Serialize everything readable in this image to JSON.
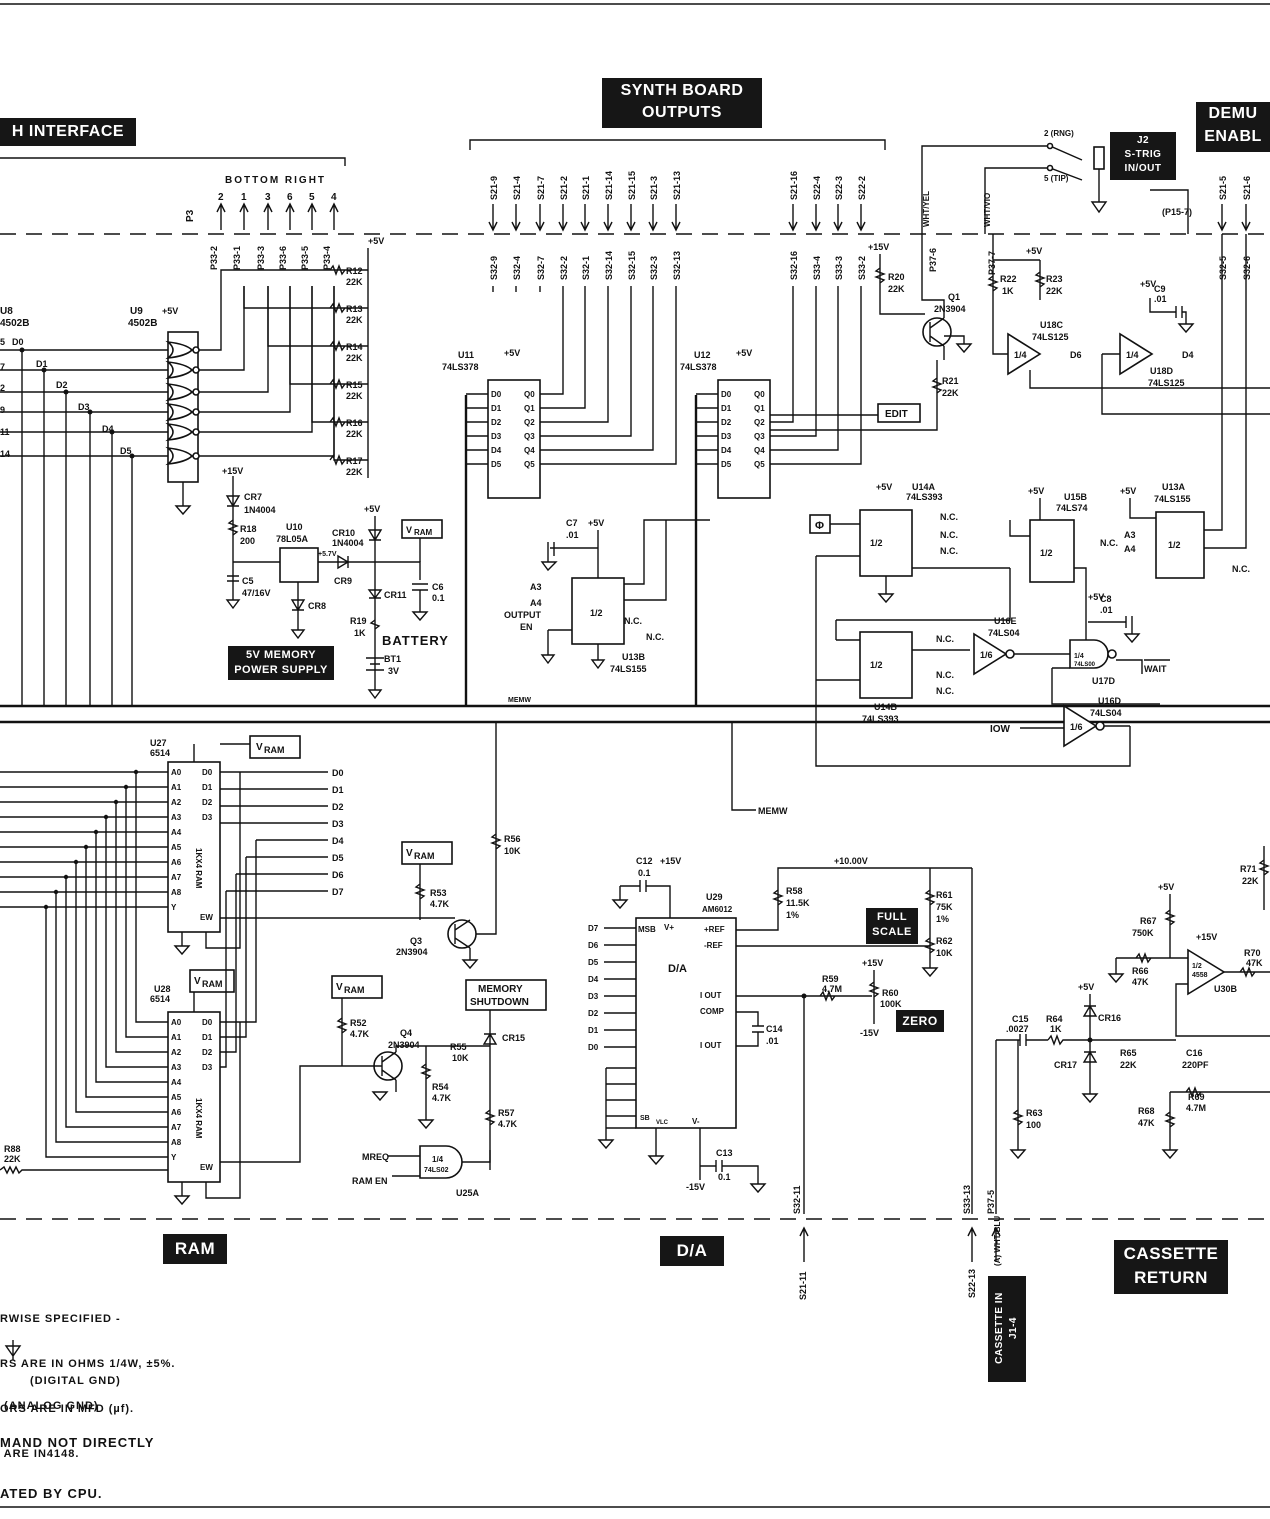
{
  "blocks": {
    "synth_board_outputs": [
      "SYNTH BOARD",
      "OUTPUTS"
    ],
    "synth_interface": "H INTERFACE",
    "demux_enable": [
      "DEMU",
      "ENABL"
    ],
    "memory_power_supply": [
      "5V MEMORY",
      "POWER SUPPLY"
    ],
    "ram": "RAM",
    "da": "D/A",
    "cassette_return": [
      "CASSETTE",
      "RETURN"
    ],
    "cassette_in": [
      "CASSETTE IN",
      "J1-4"
    ],
    "full_scale": [
      "FULL",
      "SCALE"
    ],
    "zero": "ZERO",
    "j2": [
      "J2",
      "S-TRIG",
      "IN/OUT"
    ],
    "edit": "EDIT",
    "memory_shutdown": [
      "MEMORY",
      "SHUTDOWN"
    ],
    "vram": "RAM",
    "phi": "Φ"
  },
  "notes": {
    "bottom_right": "BOTTOM RIGHT",
    "battery": "BATTERY",
    "legend_lines": [
      "RWISE SPECIFIED -",
      "RS ARE IN OHMS 1/4W, ±5%.",
      "ORS ARE IN MFD (µf).",
      " ARE IN4148.",
      "(DIGITAL GND)",
      " (ANALOG GND)",
      "MAND NOT DIRECTLY",
      "ATED BY CPU."
    ]
  },
  "connectors_top": {
    "p3_left": [
      "2",
      "1",
      "3",
      "6",
      "5",
      "4"
    ],
    "s21_group1": [
      "S21-9",
      "S21-4",
      "S21-7",
      "S21-2",
      "S21-1",
      "S21-14",
      "S21-15",
      "S21-3",
      "S21-13"
    ],
    "s21_group2": [
      "S21-16",
      "S22-4",
      "S22-3",
      "S22-2"
    ],
    "s21_group3": [
      "S21-5",
      "S21-6"
    ],
    "p33": [
      "P33-2",
      "P33-1",
      "P33-3",
      "P33-6",
      "P33-5",
      "P33-4"
    ],
    "s32_group1": [
      "S32-9",
      "S32-4",
      "S32-7",
      "S32-2",
      "S32-1",
      "S32-14",
      "S32-15",
      "S32-3",
      "S32-13"
    ],
    "s33_group": [
      "S32-16",
      "S33-4",
      "S33-3",
      "S33-2"
    ],
    "misc": [
      "WHT/YEL",
      "WHT/VIO",
      "P37-6",
      "P37-7",
      "2 (RNG)",
      "5 (TIP)",
      "(P15-7)",
      "S32-5",
      "S32-6"
    ]
  },
  "connectors_bottom": [
    "S32-11",
    "S21-11",
    "S33-13",
    "S22-13",
    "P37-5",
    "(A) WHT/BLU"
  ],
  "parts": {
    "u8": [
      "U8",
      "4502B"
    ],
    "u9": [
      "U9",
      "4502B"
    ],
    "u11": [
      "U11",
      "74LS378"
    ],
    "u12": [
      "U12",
      "74LS378"
    ],
    "u13b": [
      "U13B",
      "74LS155"
    ],
    "u14a": [
      "U14A",
      "74LS393"
    ],
    "u14b": [
      "U14B",
      "74LS393"
    ],
    "u15b": [
      "U15B",
      "74LS74"
    ],
    "u13a": [
      "U13A",
      "74LS155"
    ],
    "u16e": [
      "U16E",
      "74LS04"
    ],
    "u16d": [
      "U16D",
      "74LS04"
    ],
    "u17d": [
      "U17D",
      "74LS00"
    ],
    "u18c": [
      "U18C",
      "74LS125"
    ],
    "u18d": [
      "U18D",
      "74LS125"
    ],
    "u27": [
      "U27",
      "6514"
    ],
    "u28": [
      "U28",
      "6514"
    ],
    "u29": [
      "U29",
      "AM6012"
    ],
    "u30b": [
      "U30B",
      "4558"
    ],
    "u25a": [
      "U25A",
      "74LS02"
    ],
    "u10": [
      "U10",
      "78L05A"
    ],
    "q1": [
      "Q1",
      "2N3904"
    ],
    "q3": [
      "Q3",
      "2N3904"
    ],
    "q4": [
      "Q4",
      "2N3904"
    ],
    "r12": [
      "R12",
      "22K"
    ],
    "r13": [
      "R13",
      "22K"
    ],
    "r14": [
      "R14",
      "22K"
    ],
    "r15": [
      "R15",
      "22K"
    ],
    "r16": [
      "R16",
      "22K"
    ],
    "r17": [
      "R17",
      "22K"
    ],
    "r18": [
      "R18",
      "200"
    ],
    "r19": [
      "R19",
      "1K"
    ],
    "r20": [
      "R20",
      "22K"
    ],
    "r21": [
      "R21",
      "22K"
    ],
    "r22": [
      "R22",
      "1K"
    ],
    "r23": [
      "R23",
      "22K"
    ],
    "r52": [
      "R52",
      "4.7K"
    ],
    "r53": [
      "R53",
      "4.7K"
    ],
    "r54": [
      "R54",
      "4.7K"
    ],
    "r55": [
      "R55",
      "10K"
    ],
    "r56": [
      "R56",
      "10K"
    ],
    "r57": [
      "R57",
      "4.7K"
    ],
    "r58": [
      "R58",
      "11.5K",
      "1%"
    ],
    "r59": [
      "R59",
      "4.7M"
    ],
    "r60": [
      "R60",
      "100K"
    ],
    "r61": [
      "R61",
      "75K",
      "1%"
    ],
    "r62": [
      "R62",
      "10K"
    ],
    "r63": [
      "R63",
      "100"
    ],
    "r64": [
      "R64",
      "1K"
    ],
    "r65": [
      "R65",
      "22K"
    ],
    "r66": [
      "R66",
      "47K"
    ],
    "r67": [
      "R67",
      "750K"
    ],
    "r68": [
      "R68",
      "47K"
    ],
    "r69": [
      "R69",
      "4.7M"
    ],
    "r70": [
      "R70",
      "47K"
    ],
    "r71": [
      "R71",
      "22K"
    ],
    "r88": [
      "R88",
      "22K"
    ],
    "c5": [
      "C5",
      "47/16V"
    ],
    "c6": [
      "C6",
      "0.1"
    ],
    "c7": [
      "C7",
      ".01"
    ],
    "c8": [
      "C8",
      ".01"
    ],
    "c9": [
      "C9",
      ".01"
    ],
    "c12": [
      "C12",
      "0.1"
    ],
    "c13": [
      "C13",
      "0.1"
    ],
    "c14": [
      "C14",
      ".01"
    ],
    "c15": [
      "C15",
      ".0027"
    ],
    "c16": [
      "C16",
      "220PF"
    ],
    "cr7": [
      "CR7",
      "1N4004"
    ],
    "cr8": "CR8",
    "cr9": "CR9",
    "cr10": [
      "CR10",
      "1N4004"
    ],
    "cr11": "CR11",
    "cr15": "CR15",
    "cr16": "CR16",
    "cr17": "CR17",
    "bt1": [
      "BT1",
      "3V"
    ]
  },
  "rails": {
    "plus5": "+5V",
    "plus15": "+15V",
    "minus15": "-15V",
    "plus10": "+10.00V",
    "plus57": "+5.7V"
  },
  "signals": {
    "memw": "MEMW",
    "iow": "IOW",
    "wait": "WAIT",
    "mreq": "MREQ",
    "ram_en": "RAM EN",
    "output_en": [
      "OUTPUT",
      "EN"
    ],
    "nc": "N.C.",
    "data_bus": [
      "D0",
      "D1",
      "D2",
      "D3",
      "D4",
      "D5",
      "D6",
      "D7"
    ],
    "address": [
      "A0",
      "A1",
      "A2",
      "A3",
      "A4"
    ],
    "ram_pins": [
      "A0",
      "A1",
      "A2",
      "A3",
      "A4",
      "A5",
      "A6",
      "A7",
      "A8",
      "Y",
      "EW"
    ],
    "ram_type": "1KX4 RAM",
    "da_label": "D/A",
    "da_pins": [
      "MSB",
      "V+",
      "+REF",
      "-REF",
      "I OUT",
      "COMP",
      "I OUT",
      "SB",
      "VLC",
      "V-"
    ]
  }
}
